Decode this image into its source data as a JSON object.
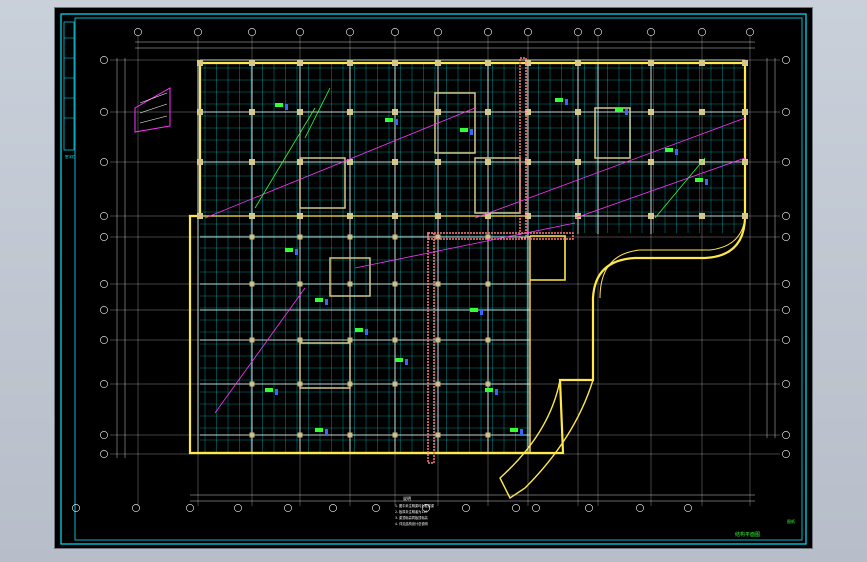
{
  "drawing": {
    "corner_label": "图纸",
    "title_block_label": "结构平面图",
    "legend_lines": [
      "说明",
      "1. 图中未注明梁均为框架梁",
      "2. 板厚未注明者为120",
      "3. 梁顶标高同板顶标高",
      "4. 详见结构设计总说明"
    ],
    "side_stamp": "签字栏"
  },
  "colors": {
    "background": "#000000",
    "frame": "#00e5ff",
    "grid": "#ffffff",
    "walls": "#ffe84a",
    "beams": "#00ffff",
    "rebar": "#33ff33",
    "accent": "#ff33ff",
    "column": "#d4c88a",
    "stair": "#ff7a7a"
  }
}
